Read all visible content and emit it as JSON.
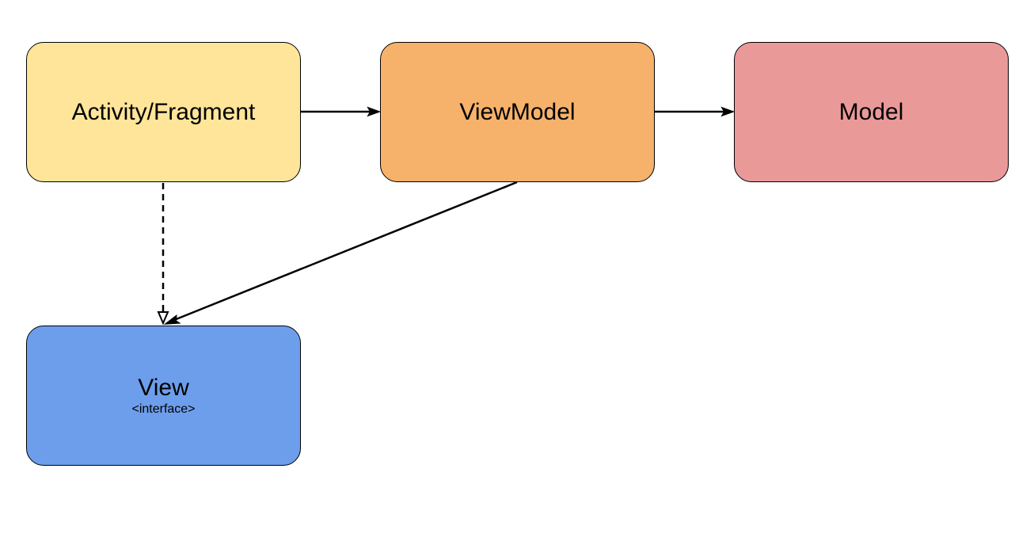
{
  "nodes": {
    "activity": {
      "title": "Activity/Fragment",
      "color": "#FFE599"
    },
    "viewmodel": {
      "title": "ViewModel",
      "color": "#F6B26B"
    },
    "model": {
      "title": "Model",
      "color": "#EA9999"
    },
    "view": {
      "title": "View",
      "subtitle": "<interface>",
      "color": "#6D9EEB"
    }
  },
  "edges": [
    {
      "from": "Activity/Fragment",
      "to": "ViewModel",
      "style": "solid",
      "arrow": "open"
    },
    {
      "from": "ViewModel",
      "to": "Model",
      "style": "solid",
      "arrow": "open"
    },
    {
      "from": "Activity/Fragment",
      "to": "View",
      "style": "dashed",
      "arrow": "hollow-triangle"
    },
    {
      "from": "ViewModel",
      "to": "View",
      "style": "solid",
      "arrow": "open"
    }
  ]
}
